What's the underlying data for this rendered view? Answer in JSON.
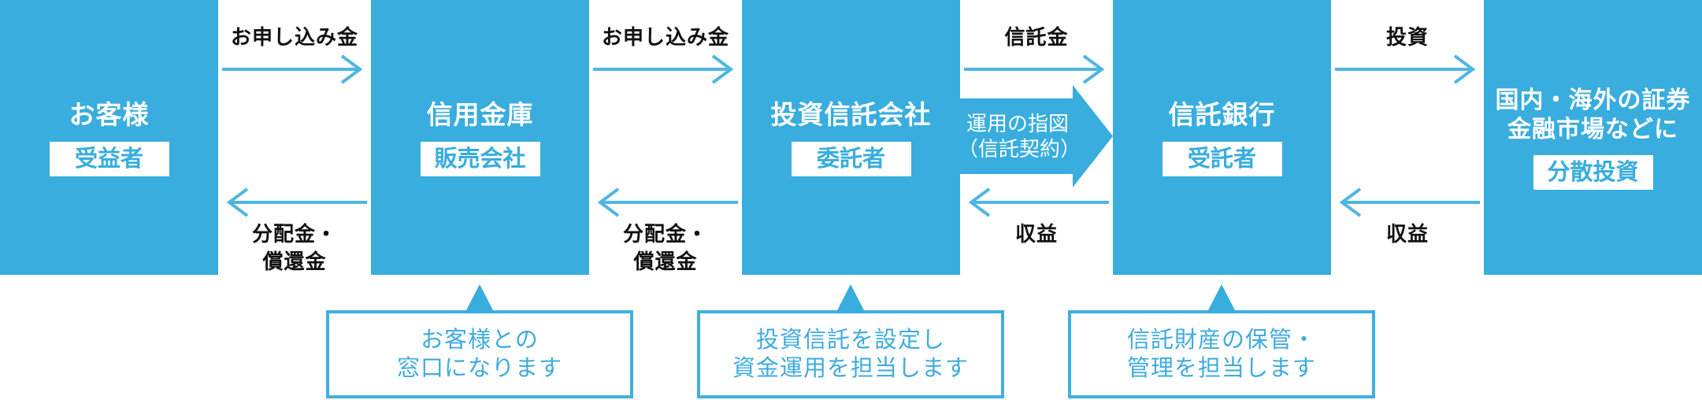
{
  "diagram": {
    "description_colors": {
      "primary_blue": "#38ADDE",
      "arrow_blue": "#4FB6E2",
      "callout_border_blue": "#40AFDF",
      "callout_text_blue": "#3FABDE",
      "label_black": "#111111",
      "background": "#FFFFFF"
    }
  },
  "boxes": [
    {
      "title_lines": [
        "お客様"
      ],
      "badge": "受益者"
    },
    {
      "title_lines": [
        "信用金庫"
      ],
      "badge": "販売会社"
    },
    {
      "title_lines": [
        "投資信託会社"
      ],
      "badge": "委託者"
    },
    {
      "title_lines": [
        "信託銀行"
      ],
      "badge": "受託者"
    },
    {
      "title_lines": [
        "国内・海外の証券",
        "金融市場などに"
      ],
      "badge": "分散投資"
    }
  ],
  "flows": [
    {
      "top_label": "お申し込み金",
      "bottom_label_lines": [
        "分配金・",
        "償還金"
      ]
    },
    {
      "top_label": "お申し込み金",
      "bottom_label_lines": [
        "分配金・",
        "償還金"
      ]
    },
    {
      "top_label": "信託金",
      "bottom_label_lines": [
        "収益"
      ],
      "fat_arrow_lines": [
        "運用の指図",
        "（信託契約）"
      ]
    },
    {
      "top_label": "投資",
      "bottom_label_lines": [
        "収益"
      ]
    }
  ],
  "callouts": [
    {
      "lines": [
        "お客様との",
        "窓口になります"
      ]
    },
    {
      "lines": [
        "投資信託を設定し",
        "資金運用を担当します"
      ]
    },
    {
      "lines": [
        "信託財産の保管・",
        "管理を担当します"
      ]
    }
  ]
}
